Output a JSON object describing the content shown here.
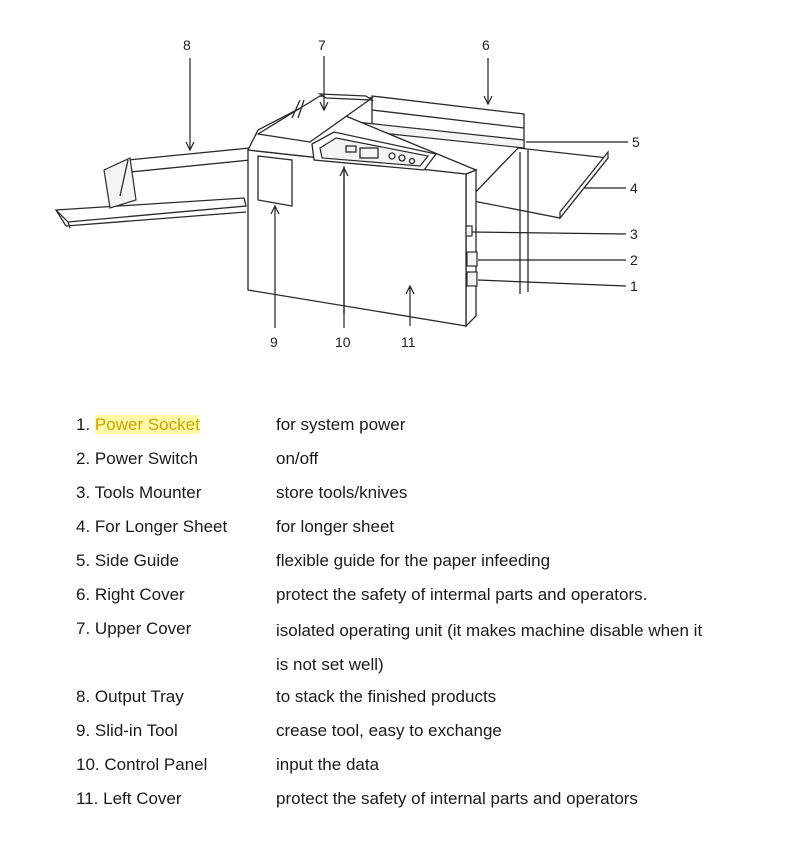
{
  "callouts": [
    "1",
    "2",
    "3",
    "4",
    "5",
    "6",
    "7",
    "8",
    "9",
    "10",
    "11"
  ],
  "legend": [
    {
      "num": "1.",
      "name": "Power Socket",
      "desc": "for system power",
      "highlight": true
    },
    {
      "num": "2.",
      "name": "Power Switch",
      "desc": "on/off"
    },
    {
      "num": "3.",
      "name": "Tools Mounter",
      "desc": "store tools/knives"
    },
    {
      "num": "4.",
      "name": "For Longer Sheet",
      "desc": "for longer sheet"
    },
    {
      "num": "5.",
      "name": "Side Guide",
      "desc": "flexible guide for the paper infeeding"
    },
    {
      "num": "6.",
      "name": "Right Cover",
      "desc": "protect the safety of intermal parts and operators."
    },
    {
      "num": "7.",
      "name": "Upper Cover",
      "desc": "isolated operating unit (it makes machine disable when it is not set well)"
    },
    {
      "num": "8.",
      "name": "Output Tray",
      "desc": "to stack the finished products"
    },
    {
      "num": "9.",
      "name": "Slid-in Tool",
      "desc": "crease tool, easy to exchange"
    },
    {
      "num": "10.",
      "name": "Control Panel",
      "desc": "input the data"
    },
    {
      "num": "11.",
      "name": "Left Cover",
      "desc": "protect the safety of internal parts and operators"
    }
  ],
  "highlight_color": "#fff9a8"
}
